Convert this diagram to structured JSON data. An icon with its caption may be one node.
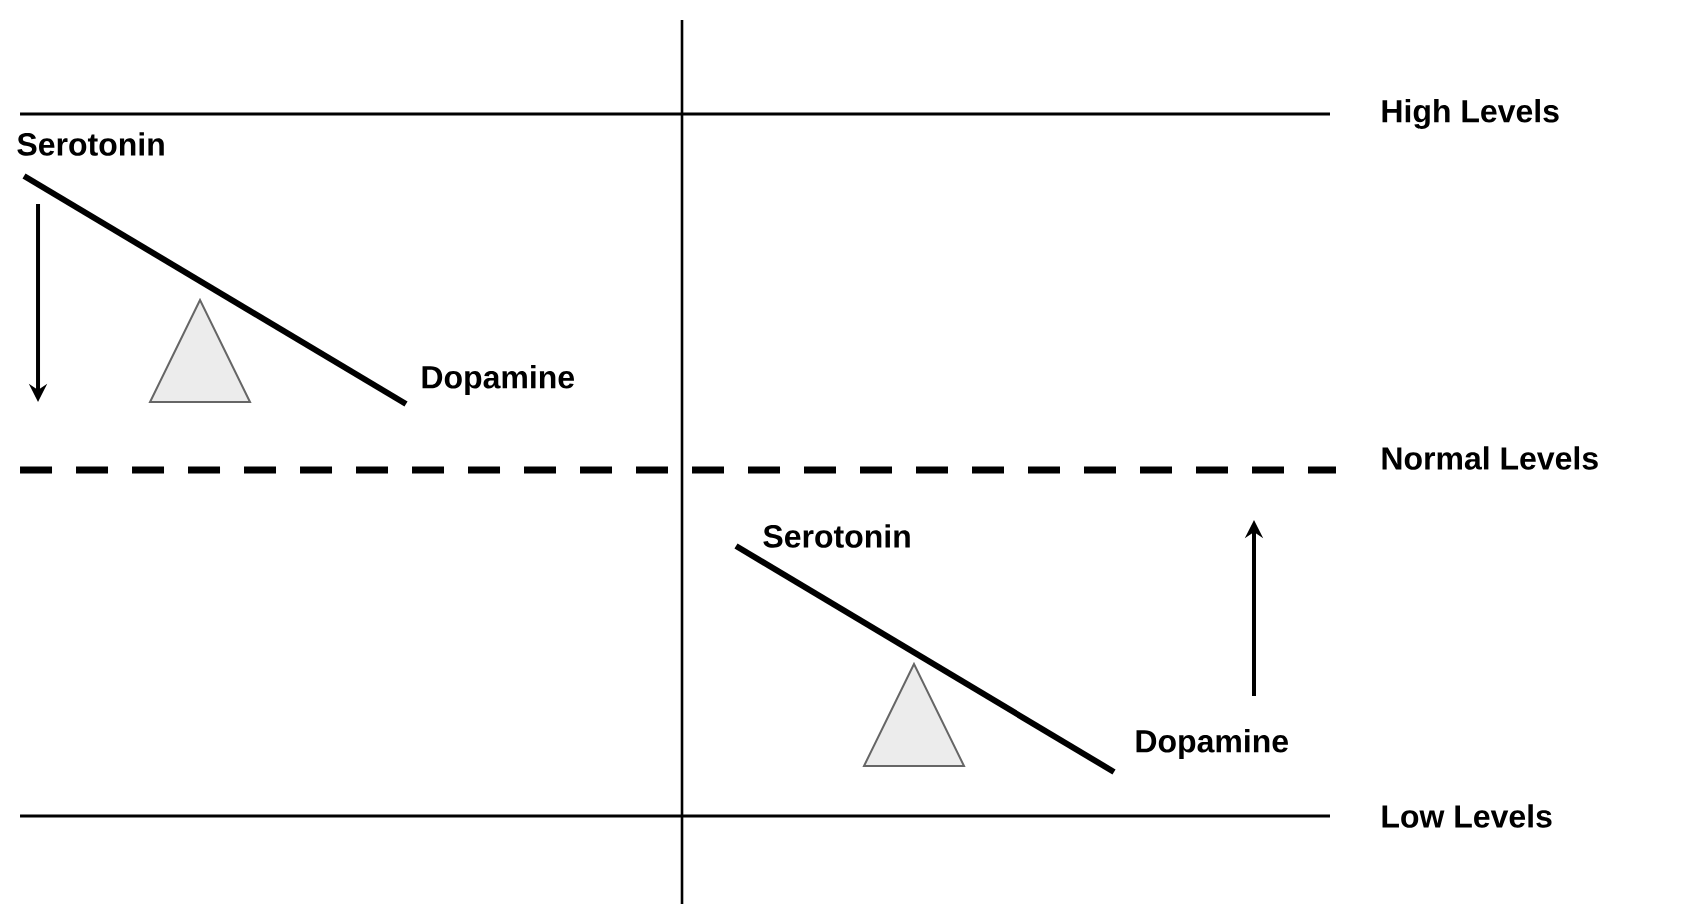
{
  "diagram": {
    "labels": [
      "High Levels",
      "Serotonin",
      "Dopamine",
      "Normal Levels",
      "Serotonin",
      "Dopamine",
      "Low Levels"
    ]
  }
}
